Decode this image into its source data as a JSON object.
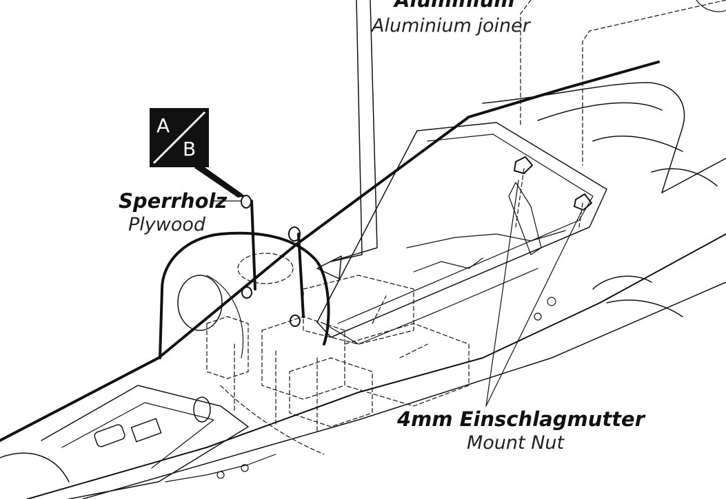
{
  "labels": {
    "aluminium_de": "Aluminium",
    "aluminium_en": "Aluminium joiner",
    "sperrholz_de": "Sperrholz",
    "sperrholz_en": "Plywood",
    "nut_de": "4mm Einschlagmutter",
    "nut_en": "Mount Nut"
  },
  "badge": {
    "top": "A",
    "bottom": "B"
  },
  "colors": {
    "line": "#111111",
    "background": "#ffffff",
    "badge": "#111111"
  }
}
